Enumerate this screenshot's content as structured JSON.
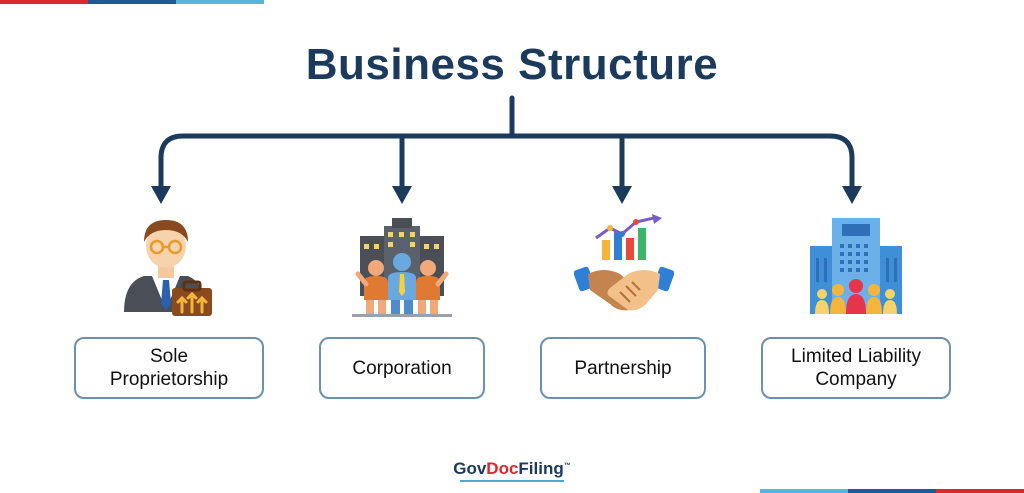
{
  "title": "Business Structure",
  "colors": {
    "navy": "#1b3a5c",
    "red": "#d9282f",
    "dark_blue": "#1e5a96",
    "light_blue": "#5ab4dc",
    "box_border": "#6d8fb3"
  },
  "structures": [
    {
      "label_lines": [
        "Sole",
        "Proprietorship"
      ],
      "icon": "businessman-with-briefcase-icon"
    },
    {
      "label_lines": [
        "Corporation"
      ],
      "icon": "corporate-team-buildings-icon"
    },
    {
      "label_lines": [
        "Partnership"
      ],
      "icon": "handshake-growth-chart-icon"
    },
    {
      "label_lines": [
        "Limited Liability",
        "Company"
      ],
      "icon": "building-with-people-icon"
    }
  ],
  "logo": {
    "part1": "Gov",
    "part2": "Doc",
    "part3": "Filing",
    "tm": "™"
  }
}
